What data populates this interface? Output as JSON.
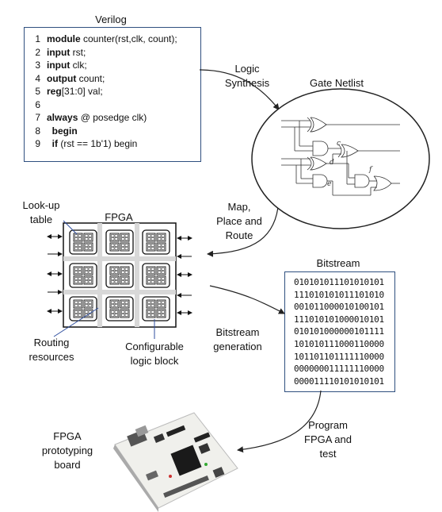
{
  "verilog": {
    "title": "Verilog",
    "lines": [
      {
        "n": "1",
        "kw": "module",
        "rest": " counter(rst,clk, count);"
      },
      {
        "n": "2",
        "kw": "input",
        "rest": " rst;"
      },
      {
        "n": "3",
        "kw": "input",
        "rest": " clk;"
      },
      {
        "n": "4",
        "kw": "output",
        "rest": " count;"
      },
      {
        "n": "5",
        "kw": "reg",
        "rest": "[31:0] val;"
      },
      {
        "n": "6",
        "kw": "",
        "rest": ""
      },
      {
        "n": "7",
        "kw": "always",
        "rest": " @ posedge clk)"
      },
      {
        "n": "8",
        "kw": "  begin",
        "rest": ""
      },
      {
        "n": "9",
        "kw": "  if",
        "rest": " (rst == 1b'1) begin"
      }
    ]
  },
  "logic_synthesis": {
    "line1": "Logic",
    "line2": "Synthesis"
  },
  "gate_netlist": {
    "title": "Gate Netlist",
    "labels": {
      "c": "c",
      "d": "d",
      "e": "e",
      "f": "f"
    }
  },
  "fpga": {
    "title": "FPGA"
  },
  "lookup_table": {
    "line1": "Look-up",
    "line2": "table"
  },
  "routing": {
    "line1": "Routing",
    "line2": "resources"
  },
  "clb": {
    "line1": "Configurable",
    "line2": "logic block"
  },
  "map_place_route": {
    "line1": "Map,",
    "line2": "Place and",
    "line3": "Route"
  },
  "bitstream": {
    "title": "Bitstream",
    "lines": [
      "010101011101010101",
      "111010101011101010",
      "001011000010100101",
      "111010101000010101",
      "010101000000101111",
      "101010111000110000",
      "101101101111110000",
      "000000011111110000",
      "000011110101010101"
    ]
  },
  "bitstream_generation": {
    "line1": "Bitstream",
    "line2": "generation"
  },
  "program": {
    "line1": "Program",
    "line2": "FPGA and",
    "line3": "test"
  },
  "board": {
    "line1": "FPGA",
    "line2": "prototyping",
    "line3": "board"
  },
  "colors": {
    "box_border": "#2f4f7f",
    "board": "#f0f0ec",
    "chip": "#1a1a1a"
  }
}
